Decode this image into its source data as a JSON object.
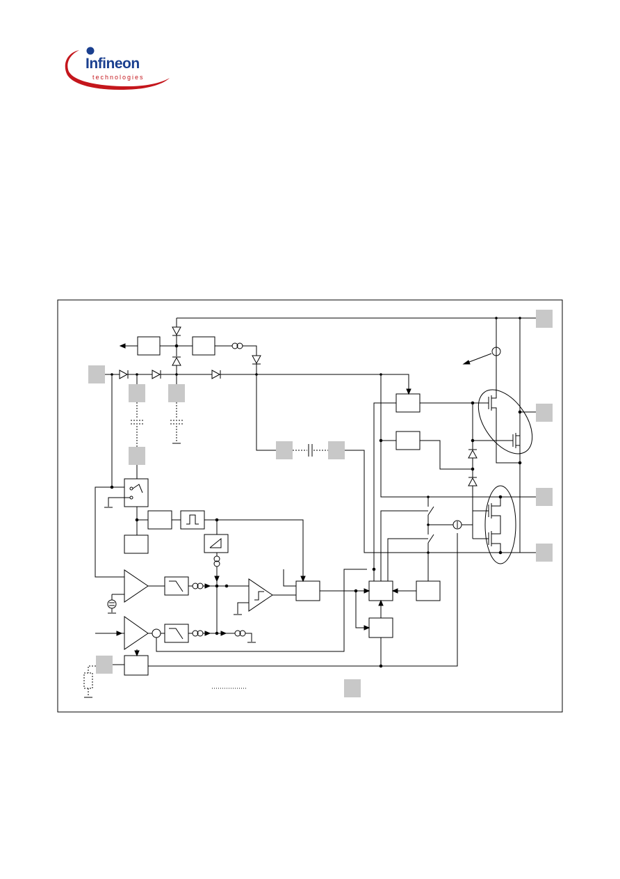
{
  "logo": {
    "wordmark": "Infineon",
    "tagline": "technologies",
    "colors": {
      "word": "#1a3f8f",
      "swoosh": "#c4161c",
      "dot": "#1a3f8f"
    }
  },
  "diagram": {
    "frame_color": "#000000",
    "pin_color": "#c8c8c8",
    "line_color": "#000000",
    "symbols": [
      "diode",
      "current-source",
      "capacitor",
      "comparator",
      "amplifier",
      "low-pass-filter",
      "pulse-generator",
      "ramp-generator",
      "switch",
      "mosfet",
      "resistor",
      "ground",
      "voltage-source"
    ]
  }
}
